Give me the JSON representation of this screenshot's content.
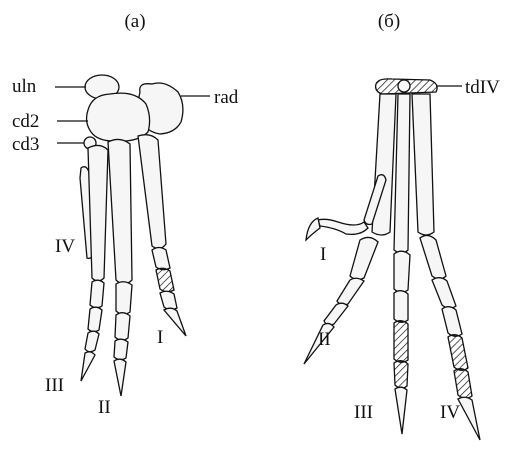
{
  "panels": [
    {
      "id": "a",
      "caption": "(а)",
      "labels": {
        "uln": "uln",
        "rad": "rad",
        "cd2": "cd2",
        "cd3": "cd3",
        "digit_IV": "IV",
        "digit_III": "III",
        "digit_II": "II",
        "digit_I": "I"
      }
    },
    {
      "id": "b",
      "caption": "(б)",
      "labels": {
        "tdIV": "tdIV",
        "digit_I": "I",
        "digit_II": "II",
        "digit_III": "III",
        "digit_IV": "IV"
      }
    }
  ],
  "colors": {
    "ink": "#111111",
    "bone_fill": "#f6f6f6",
    "background": "#ffffff"
  }
}
